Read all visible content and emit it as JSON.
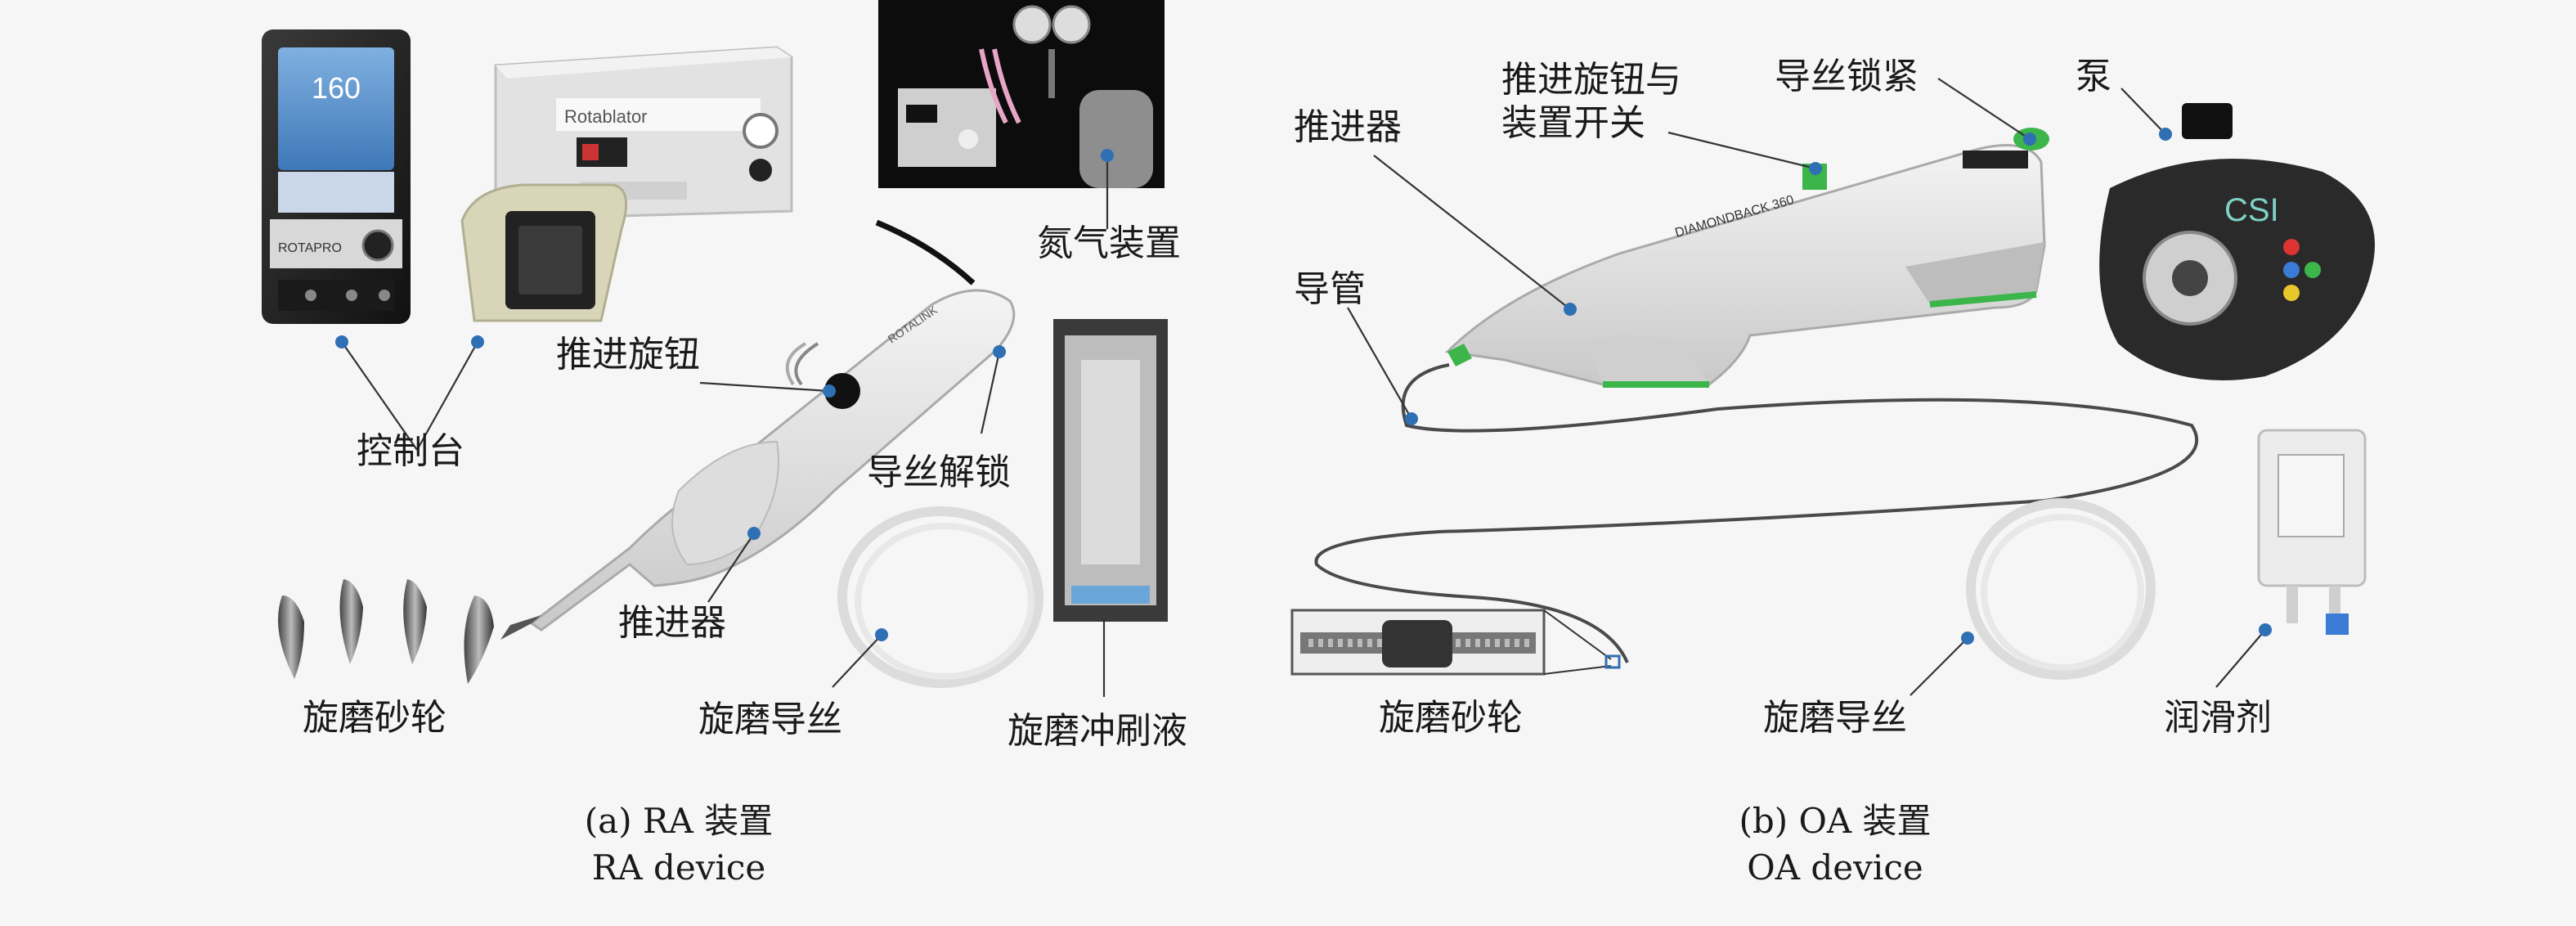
{
  "panel_a": {
    "labels": {
      "console": "控制台",
      "advance_knob": "推进旋钮",
      "guidewire_unlock": "导丝解锁",
      "nitrogen_unit": "氮气装置",
      "advancer": "推进器",
      "burr": "旋磨砂轮",
      "guidewire": "旋磨导丝",
      "flush_solution": "旋磨冲刷液"
    },
    "device_text": {
      "console_screen": "160",
      "console_brand": "ROTAPRO",
      "box_brand": "Rotablator",
      "advancer_brand": "ROTALINK"
    },
    "caption_cn": "(a) RA 装置",
    "caption_en": "RA device"
  },
  "panel_b": {
    "labels": {
      "advancer": "推进器",
      "knob_switch_line1": "推进旋钮与",
      "knob_switch_line2": "装置开关",
      "guidewire_lock": "导丝锁紧",
      "pump": "泵",
      "catheter": "导管",
      "crown": "旋磨砂轮",
      "guidewire": "旋磨导丝",
      "lubricant": "润滑剂"
    },
    "device_text": {
      "handle_brand": "DIAMONDBACK 360",
      "pump_brand": "CSI"
    },
    "caption_cn": "(b) OA 装置",
    "caption_en": "OA device"
  },
  "colors": {
    "marker_dot": "#2f6fb3",
    "oa_accent_green": "#3cb54a",
    "device_white": "#e9e9e9"
  }
}
